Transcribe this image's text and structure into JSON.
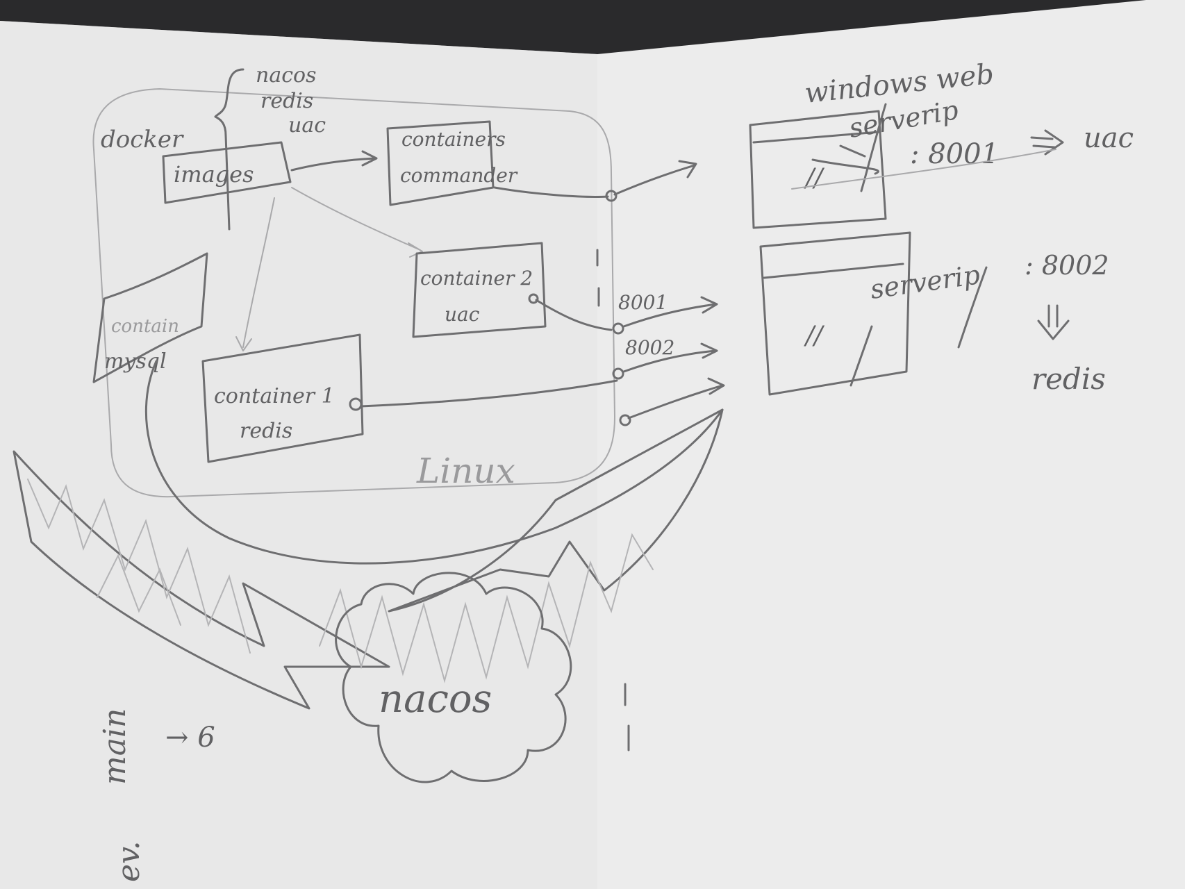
{
  "diagram": {
    "docker_group": {
      "label": "docker",
      "images_box": {
        "label": "images"
      },
      "image_list": [
        "nacos",
        "redis",
        "uac"
      ],
      "containers": [
        {
          "id": "commander",
          "label_line1": "containers",
          "label_line2": "commander"
        },
        {
          "id": "uac",
          "label_line1": "container 2",
          "label_line2": "uac"
        },
        {
          "id": "redis",
          "label_line1": "container 1",
          "label_line2": "redis"
        },
        {
          "id": "mysql",
          "label_line1": "contain",
          "label_line2": "mysql"
        }
      ]
    },
    "host": {
      "label": "Linux"
    },
    "ports": [
      "8001",
      "8002"
    ],
    "nacos": {
      "label": "nacos"
    },
    "windows_web": {
      "title": "windows web",
      "windows": [
        {
          "address": "serverip",
          "scheme": "//",
          "port": ": 8001",
          "target": "uac"
        },
        {
          "address": "serverip",
          "scheme": "//",
          "port": ": 8002",
          "target": "redis"
        }
      ]
    },
    "margin_notes": {
      "main": "main",
      "arrow_note": "→ 6",
      "ev": "ev."
    }
  }
}
